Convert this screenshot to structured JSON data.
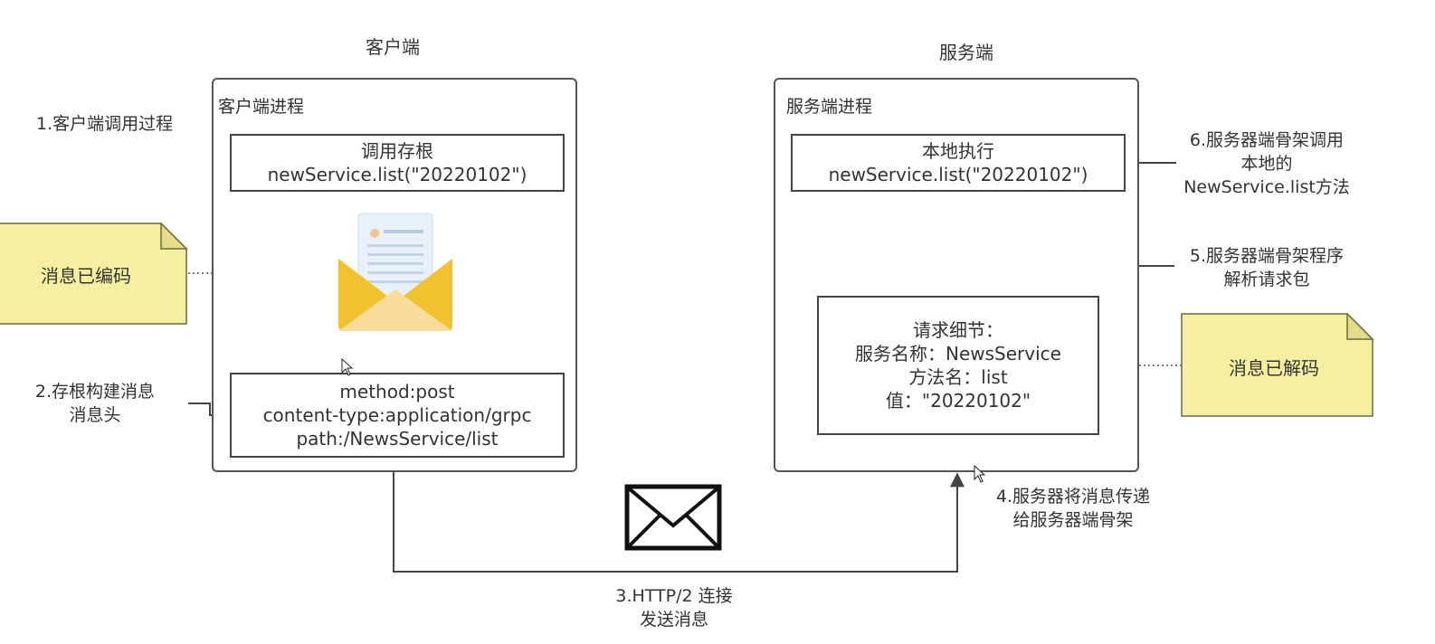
{
  "headings": {
    "client": "客户端",
    "server": "服务端"
  },
  "client_process": {
    "title": "客户端进程",
    "stub_box": [
      "调用存根",
      "newService.list(\"20220102\")"
    ],
    "header_box": [
      "method:post",
      "content-type:application/grpc",
      "path:/NewsService/list"
    ]
  },
  "server_process": {
    "title": "服务端进程",
    "local_exec_box": [
      "本地执行",
      "newService.list(\"20220102\")"
    ],
    "request_box": [
      "请求细节：",
      "服务名称：NewsService",
      "方法名：list",
      "值：\"20220102\""
    ]
  },
  "steps": {
    "step1": [
      "1.客户端调用过程"
    ],
    "step2": [
      "2.存根构建消息",
      "消息头"
    ],
    "step3": [
      "3.HTTP/2 连接",
      "发送消息"
    ],
    "step4": [
      "4.服务器将消息传递",
      "给服务器端骨架"
    ],
    "step5": [
      "5.服务器端骨架程序",
      "解析请求包"
    ],
    "step6": [
      "6.服务器端骨架调用",
      "本地的",
      "NewService.list方法"
    ]
  },
  "notes": {
    "encoded": "消息已编码",
    "decoded": "消息已解码"
  },
  "colors": {
    "sticky_fill": "#f5f0a0",
    "sticky_border": "#6a6a40",
    "envelope_yellow": "#f2c12e",
    "envelope_light": "#f7dc9a",
    "line": "#444444"
  },
  "icons": {
    "email_icon": "open-envelope-with-letter",
    "mail_icon": "closed-envelope-outline"
  }
}
